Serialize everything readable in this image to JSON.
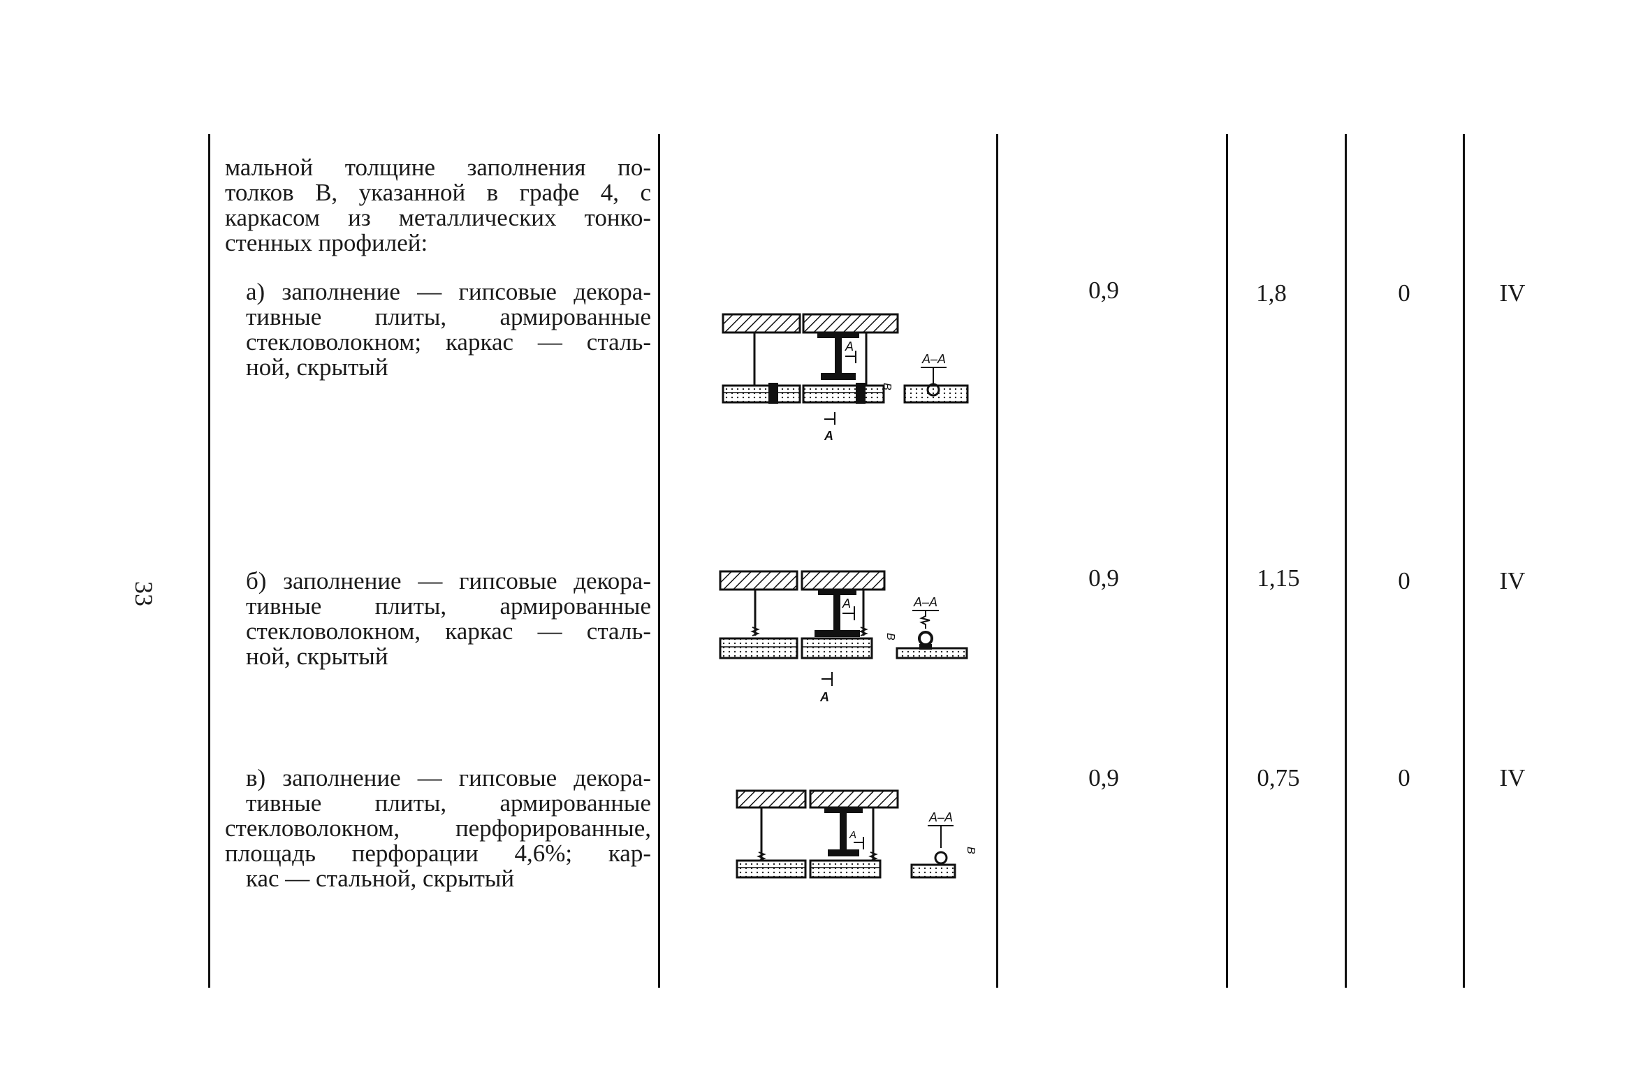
{
  "page_number": "33",
  "intro_text": {
    "lines": [
      "мальной толщине заполнения по-",
      "толков B, указанной в графе 4, с",
      "каркасом из металлических тонко-",
      "стенных профилей:"
    ]
  },
  "rows": [
    {
      "lines": [
        "а) заполнение — гипсовые декора-",
        "тивные плиты, армированные",
        "стекловолокном; каркас — сталь-",
        "ной, скрытый"
      ],
      "col3": "0,9",
      "col4": "1,8",
      "col5": "0",
      "col6": "IV",
      "section_label": "А–А",
      "mark_a": "А",
      "mark_b": "B"
    },
    {
      "lines": [
        "б) заполнение — гипсовые декора-",
        "тивные плиты, армированные",
        "стекловолокном, каркас — сталь-",
        "ной, скрытый"
      ],
      "col3": "0,9",
      "col4": "1,15",
      "col5": "0",
      "col6": "IV",
      "section_label": "А–А",
      "mark_a": "А",
      "mark_b": "B"
    },
    {
      "lines": [
        "в) заполнение — гипсовые декора-",
        "тивные плиты, армированные",
        "стекловолокном, перфорированные,",
        "площадь перфорации 4,6%; кар-",
        "кас — стальной, скрытый"
      ],
      "col3": "0,9",
      "col4": "0,75",
      "col5": "0",
      "col6": "IV",
      "section_label": "А–А",
      "mark_a": "А",
      "mark_b": "B"
    }
  ]
}
